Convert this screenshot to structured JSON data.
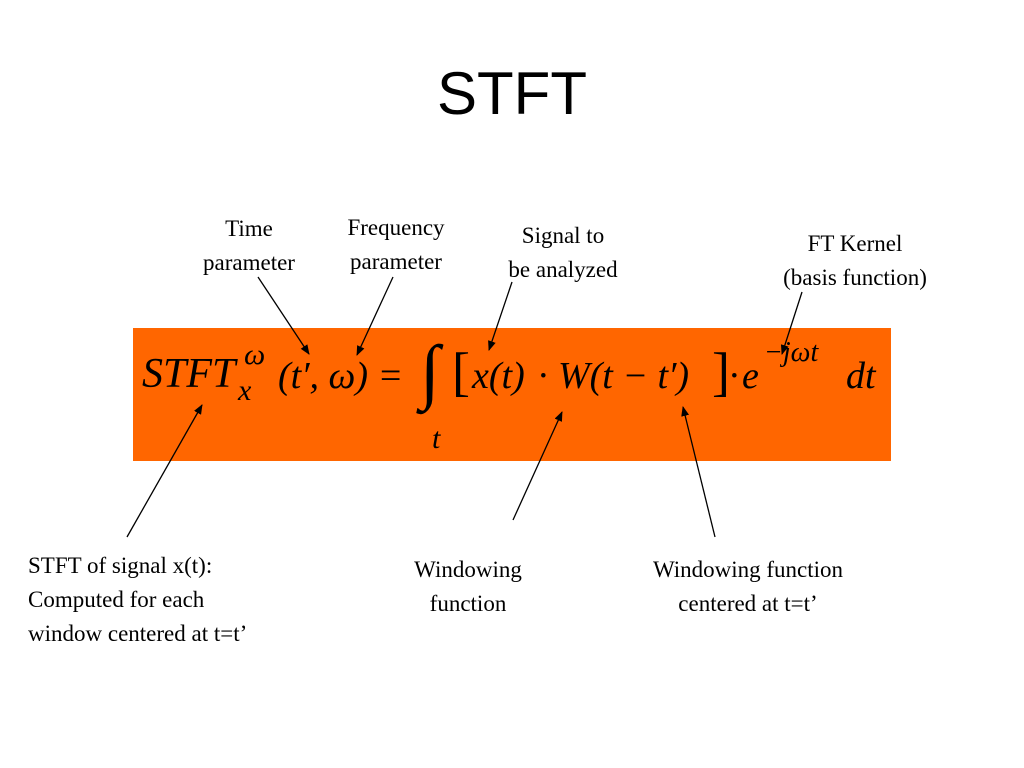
{
  "slide": {
    "title": "STFT",
    "box_color": "#FF6600"
  },
  "labels": {
    "time_parameter": [
      "Time",
      "parameter"
    ],
    "frequency_parameter": [
      "Frequency",
      "parameter"
    ],
    "signal_to_be_analyzed": [
      "Signal to",
      "be analyzed"
    ],
    "ft_kernel": [
      "FT Kernel",
      "(basis function)"
    ],
    "stft_of_signal": [
      "STFT of signal x(t):",
      "Computed for each",
      "window centered at t=t’"
    ],
    "windowing_function": [
      "Windowing",
      "function"
    ],
    "windowing_function_centered": [
      "Windowing function",
      "centered at t=t’"
    ]
  },
  "formula": {
    "stft": "STFT",
    "superscript_omega": "ω",
    "subscript_x": "x",
    "args": "(t′, ω) =",
    "integral": "∫",
    "integral_lower": "t",
    "bracket_open": "[",
    "signal": "x(t)",
    "dot1": "·",
    "window": "W(t − t′)",
    "bracket_close": "]",
    "dot2": "·",
    "exp_base": "e",
    "exponent": "−jωt",
    "dt": "dt"
  }
}
